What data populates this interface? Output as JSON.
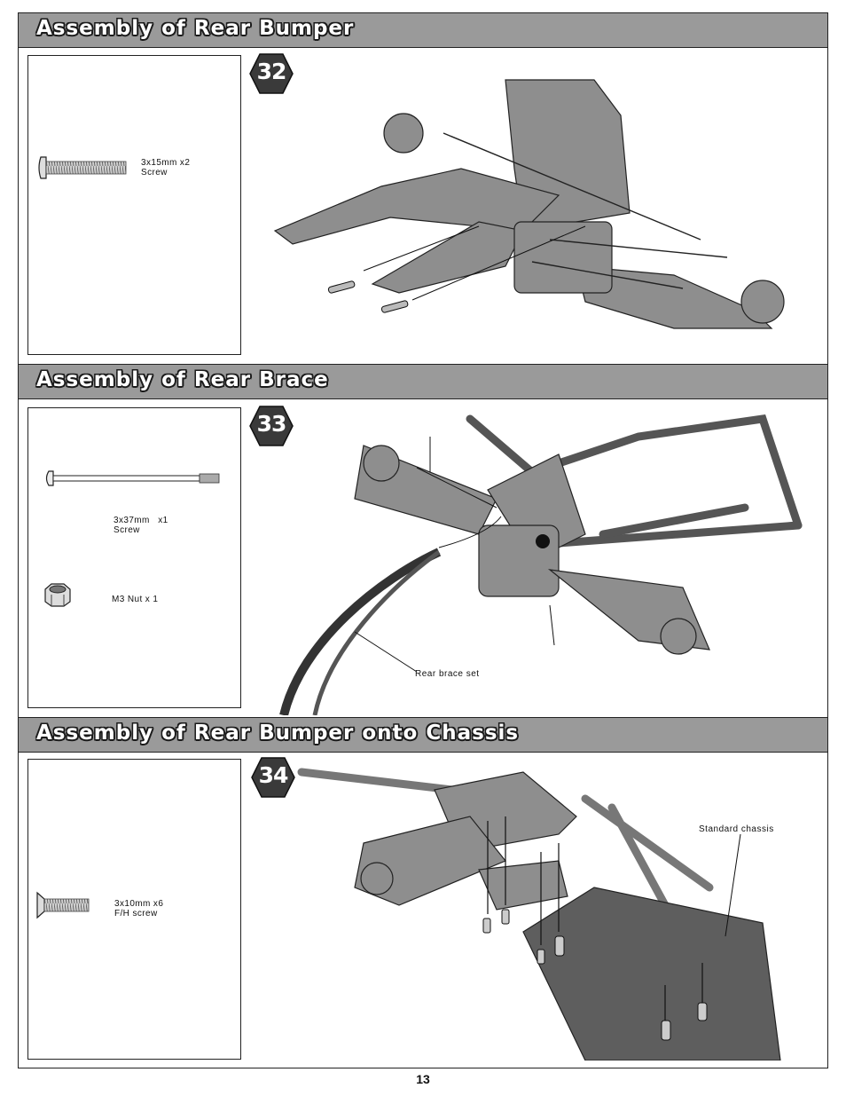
{
  "page_number": "13",
  "steps": [
    {
      "header": "Assembly of Rear Bumper",
      "step_number": "32",
      "parts": [
        {
          "label": "3x15mm x2\nScrew",
          "icon": "button-head-screw-icon"
        }
      ],
      "callouts": []
    },
    {
      "header": "Assembly of Rear Brace",
      "step_number": "33",
      "parts": [
        {
          "label": "3x37mm   x1\nScrew",
          "icon": "long-screw-icon"
        },
        {
          "label": "M3 Nut x 1",
          "icon": "lock-nut-icon"
        }
      ],
      "callouts": [
        "Rear brace set"
      ]
    },
    {
      "header": "Assembly of Rear Bumper onto Chassis",
      "step_number": "34",
      "parts": [
        {
          "label": "3x10mm x6\nF/H screw",
          "icon": "flat-head-screw-icon"
        }
      ],
      "callouts": [
        "Standard chassis"
      ]
    }
  ]
}
